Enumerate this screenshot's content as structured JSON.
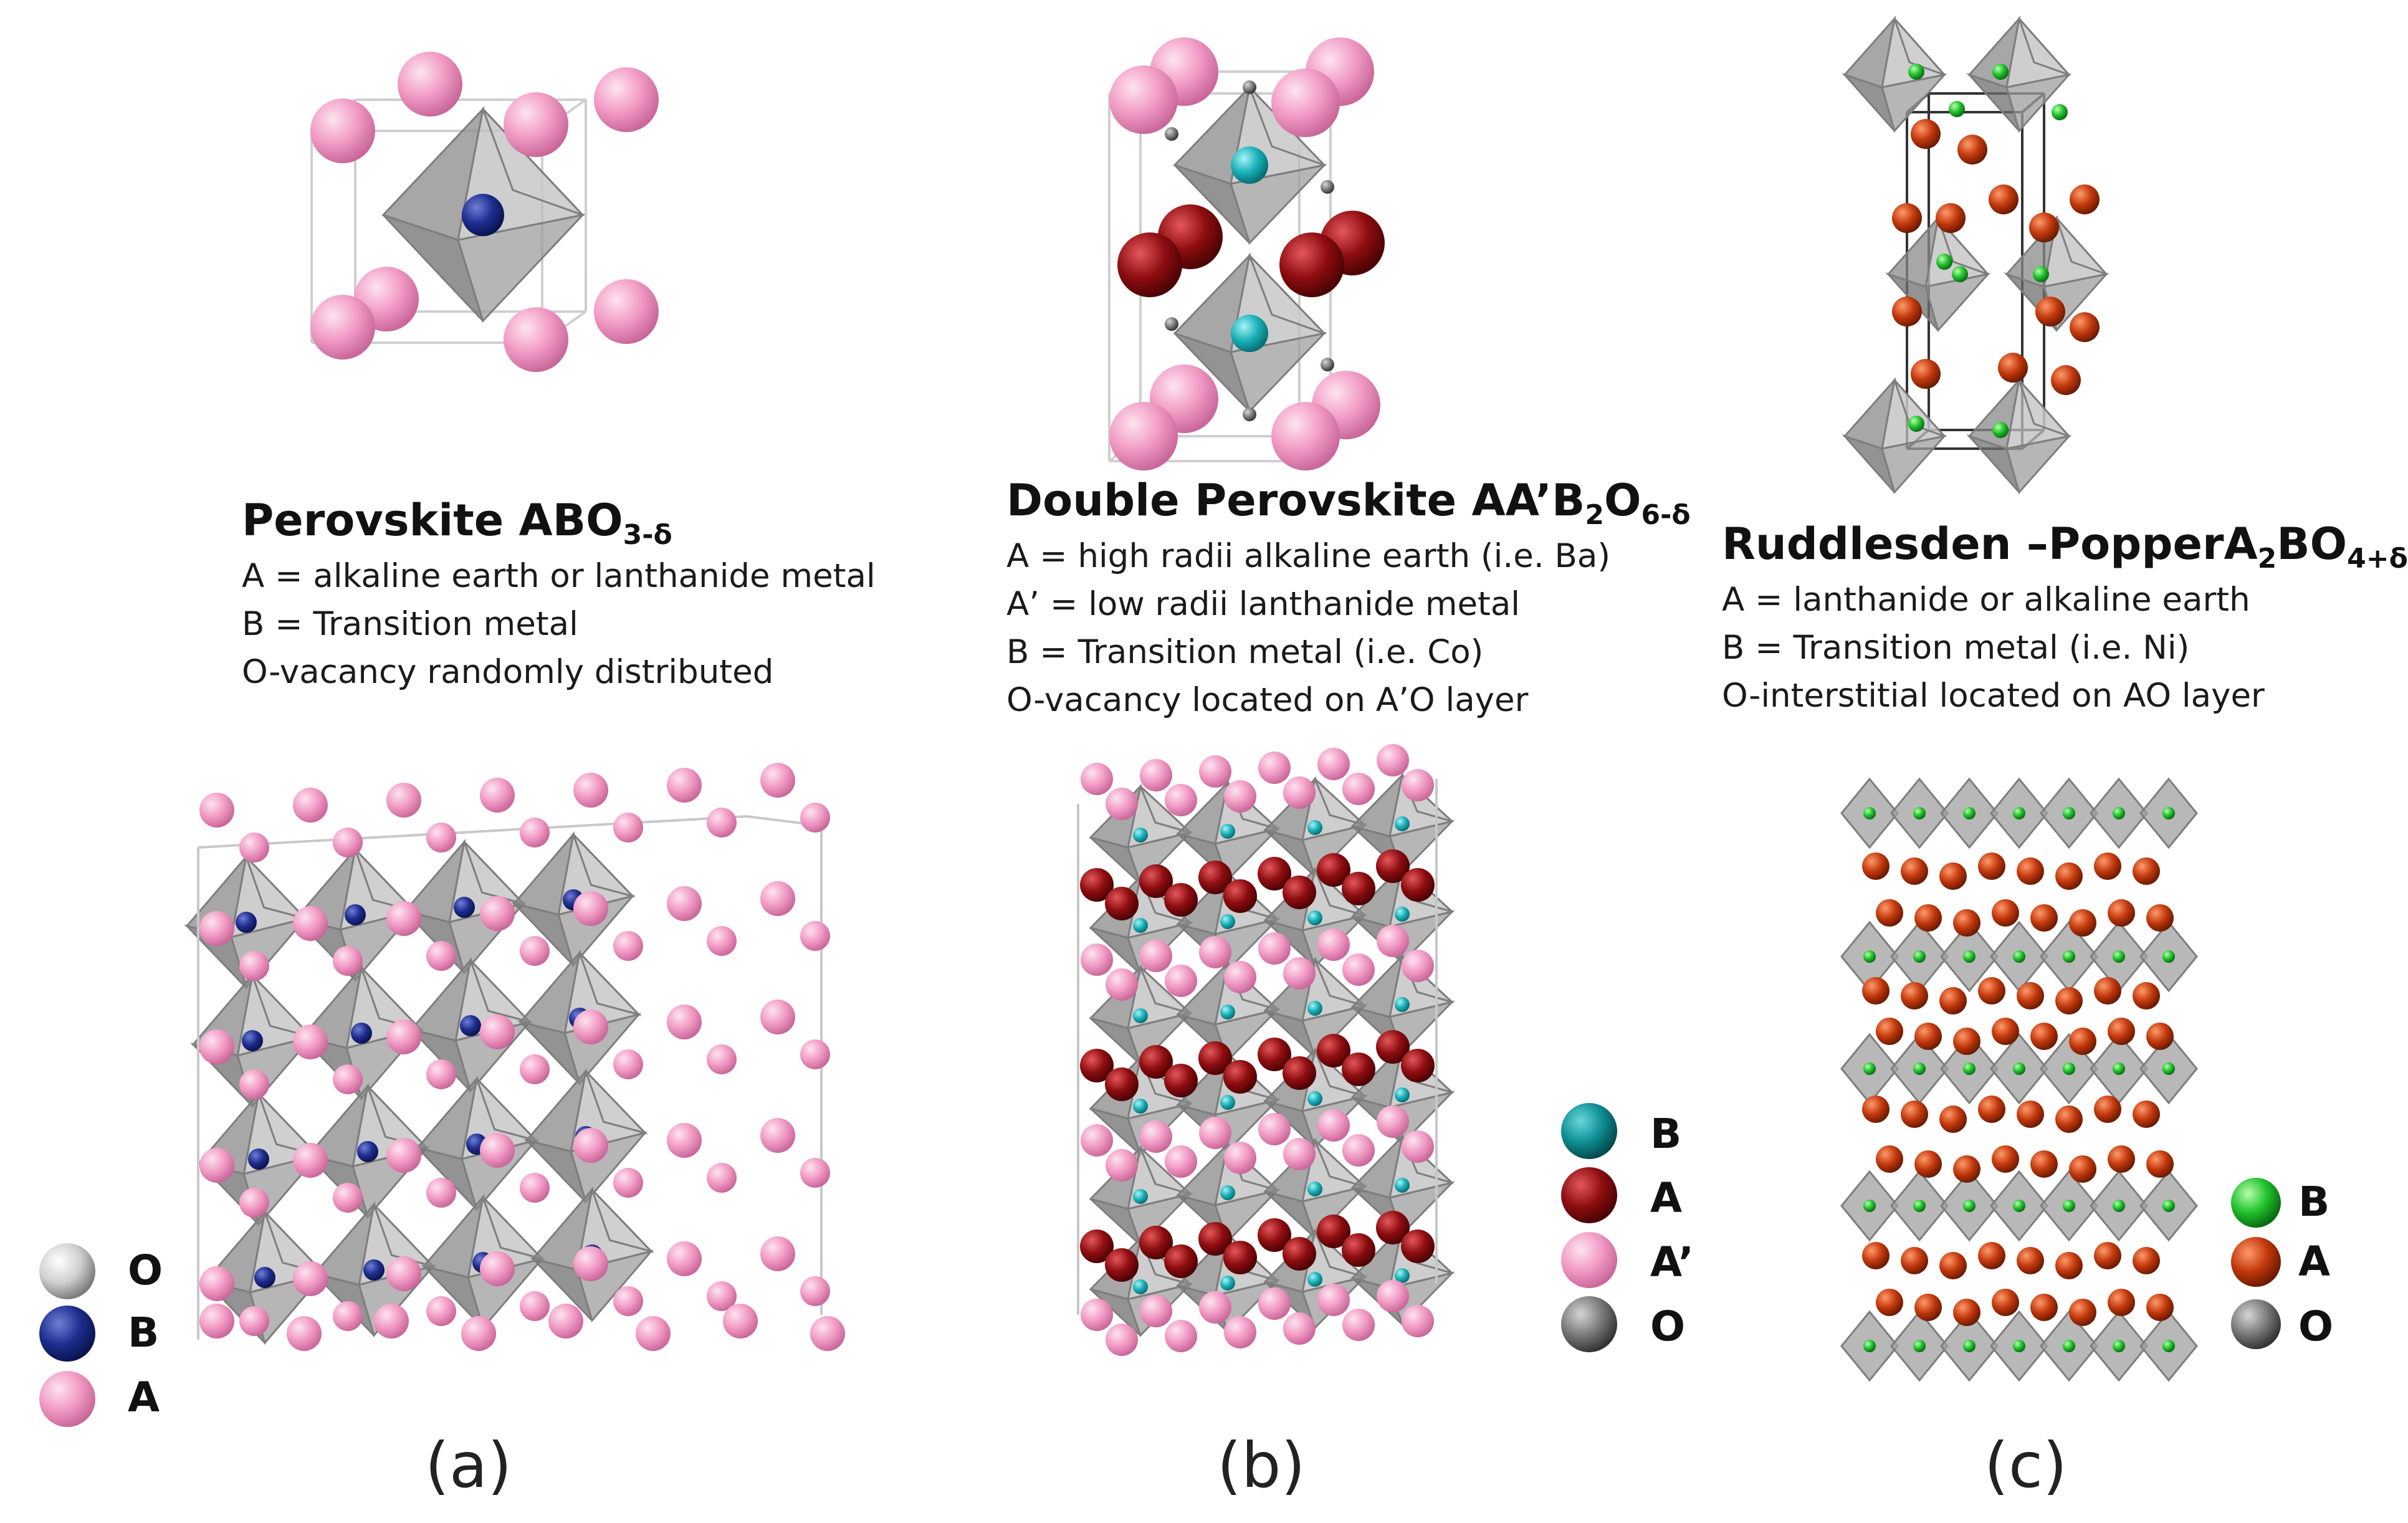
{
  "panels": [
    {
      "title": {
        "prefix": "Perovskite ABO",
        "sub": "3-δ",
        "mid": "",
        "sub2": "",
        "tail": ""
      },
      "lines": [
        "A = alkaline earth or lanthanide metal",
        "B = Transition metal",
        "O-vacancy randomly distributed"
      ],
      "legend": [
        {
          "label": "O",
          "color": "#d0d0d0"
        },
        {
          "label": "B",
          "color": "#1e2d8e"
        },
        {
          "label": "A",
          "color": "#f19ac4"
        }
      ],
      "caption": "(a)"
    },
    {
      "title": {
        "prefix": "Double Perovskite AA’B",
        "sub": "2",
        "mid": "O",
        "sub2": "6-δ",
        "tail": ""
      },
      "lines": [
        "A = high radii alkaline earth (i.e. Ba)",
        "A’ = low radii lanthanide metal",
        "B = Transition metal (i.e. Co)",
        "O-vacancy located on A’O layer"
      ],
      "legend": [
        {
          "label": "B",
          "color": "#0e8f95"
        },
        {
          "label": "A",
          "color": "#8e0d10"
        },
        {
          "label": "A’",
          "color": "#f19ac4"
        },
        {
          "label": "O",
          "color": "#7a7a7a"
        }
      ],
      "caption": "(b)"
    },
    {
      "title": {
        "prefix": "Ruddlesden –PopperA",
        "sub": "2",
        "mid": "BO",
        "sub2": "4+δ",
        "tail": ""
      },
      "lines": [
        "A = lanthanide or alkaline earth",
        "B = Transition metal (i.e. Ni)",
        "O-interstitial located on AO layer"
      ],
      "legend": [
        {
          "label": "B",
          "color": "#1fc02a"
        },
        {
          "label": "A",
          "color": "#c2380c"
        },
        {
          "label": "O",
          "color": "#7a7a7a"
        }
      ],
      "caption": "(c)"
    }
  ],
  "colors": {
    "pink": "#f19ac4",
    "navy": "#1e2d8e",
    "teal": "#1ab0b8",
    "darkred": "#8e0d10",
    "orange": "#c2380c",
    "green": "#1fc02a",
    "octahedron": "#a9a9a9"
  }
}
